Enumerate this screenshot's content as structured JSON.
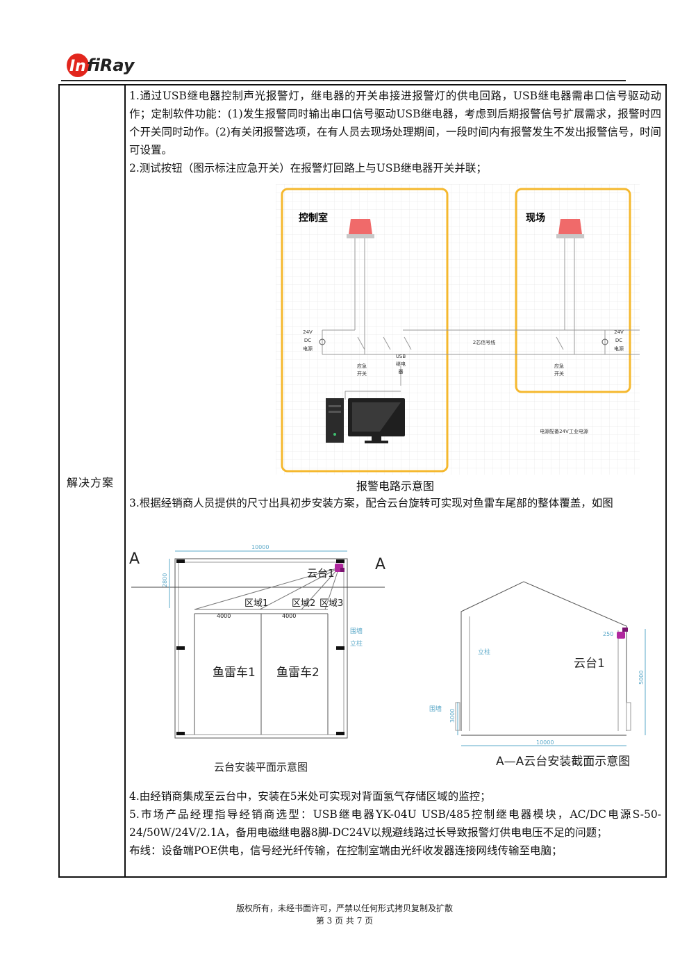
{
  "header": {
    "logo_text": "InfiRay"
  },
  "table": {
    "label": "解决方案",
    "paragraphs": [
      "1.通过USB继电器控制声光报警灯，继电器的开关串接进报警灯的供电回路，USB继电器需串口信号驱动动作；定制软件功能：(1)发生报警同时输出串口信号驱动USB继电器，考虑到后期报警信号扩展需求，报警时四个开关同时动作。(2)有关闭报警选项，在有人员去现场处理期间，一段时间内有报警发生不发出报警信号，时间可设置。",
      "2.测试按钮（图示标注应急开关）在报警灯回路上与USB继电器开关并联；"
    ],
    "figure1": {
      "caption": "报警电路示意图",
      "control_room": "控制室",
      "site": "现场",
      "dc_left": [
        "24V",
        "DC",
        "电源"
      ],
      "dc_right": [
        "24V",
        "DC",
        "电源"
      ],
      "emergency_left": [
        "应急",
        "开关"
      ],
      "usb_relay": [
        "USB",
        "继电",
        "器"
      ],
      "signal_line": "2芯信号线",
      "emergency_right": [
        "应急",
        "开关"
      ],
      "power_note": "电源配备24V工业电源"
    },
    "paragraph3": "3.根据经销商人员提供的尺寸出具初步安装方案，配合云台旋转可实现对鱼雷车尾部的整体覆盖，如图",
    "figure2": {
      "plan": {
        "section_mark": "A",
        "width_dim": "10000",
        "depth_dim": "2800",
        "ptz": "云台1",
        "zone1": "区域1",
        "zone2": "区域2",
        "zone3": "区域3",
        "dim_a": "4000",
        "dim_b": "4000",
        "wall": "围墙",
        "column": "立柱",
        "car1": "鱼雷车1",
        "car2": "鱼雷车2",
        "caption": "云台安装平面示意图"
      },
      "section": {
        "column": "立柱",
        "ptz": "云台1",
        "offset_dim": "250",
        "height_dim": "5000",
        "wall": "围墙",
        "wall_height_dim": "3000",
        "width_dim": "10000",
        "caption": "A—A云台安装截面示意图"
      }
    },
    "paragraphs_end": [
      "4.由经销商集成至云台中，安装在5米处可实现对背面氢气存储区域的监控；",
      "5.市场产品经理指导经销商选型：USB继电器YK-04U USB/485控制继电器模块，AC/DC电源S-50-24/50W/24V/2.1A，备用电磁继电器8脚-DC24V以规避线路过长导致报警灯供电电压不足的问题；",
      "布线：设备端POE供电，信号经光纤传输，在控制室端由光纤收发器连接网线传输至电脑；"
    ]
  },
  "footer": {
    "copyright": "版权所有，未经书面许可，严禁以任何形式拷贝复制及扩散",
    "page": "第 3 页 共 7 页"
  },
  "colors": {
    "logo_red": "#e2261d",
    "frame_orange": "#f5b82e",
    "lamp_red": "#f06a6a",
    "ptz_magenta": "#b0279e"
  }
}
